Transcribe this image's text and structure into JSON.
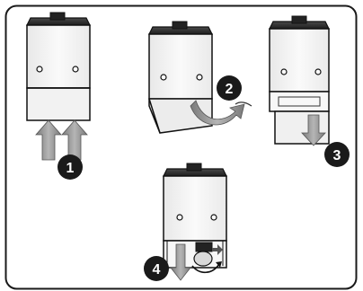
{
  "figure": {
    "kind": "installation-steps-illustration",
    "colors": {
      "frame": "#1a1a1a",
      "device_top": "#2b2b2b",
      "device_face": "#f5f5f5",
      "arrow_fill": "#8f8f8f",
      "badge": "#1a1a1a"
    }
  },
  "steps": [
    {
      "label": "1"
    },
    {
      "label": "2"
    },
    {
      "label": "3"
    },
    {
      "label": "4"
    }
  ]
}
